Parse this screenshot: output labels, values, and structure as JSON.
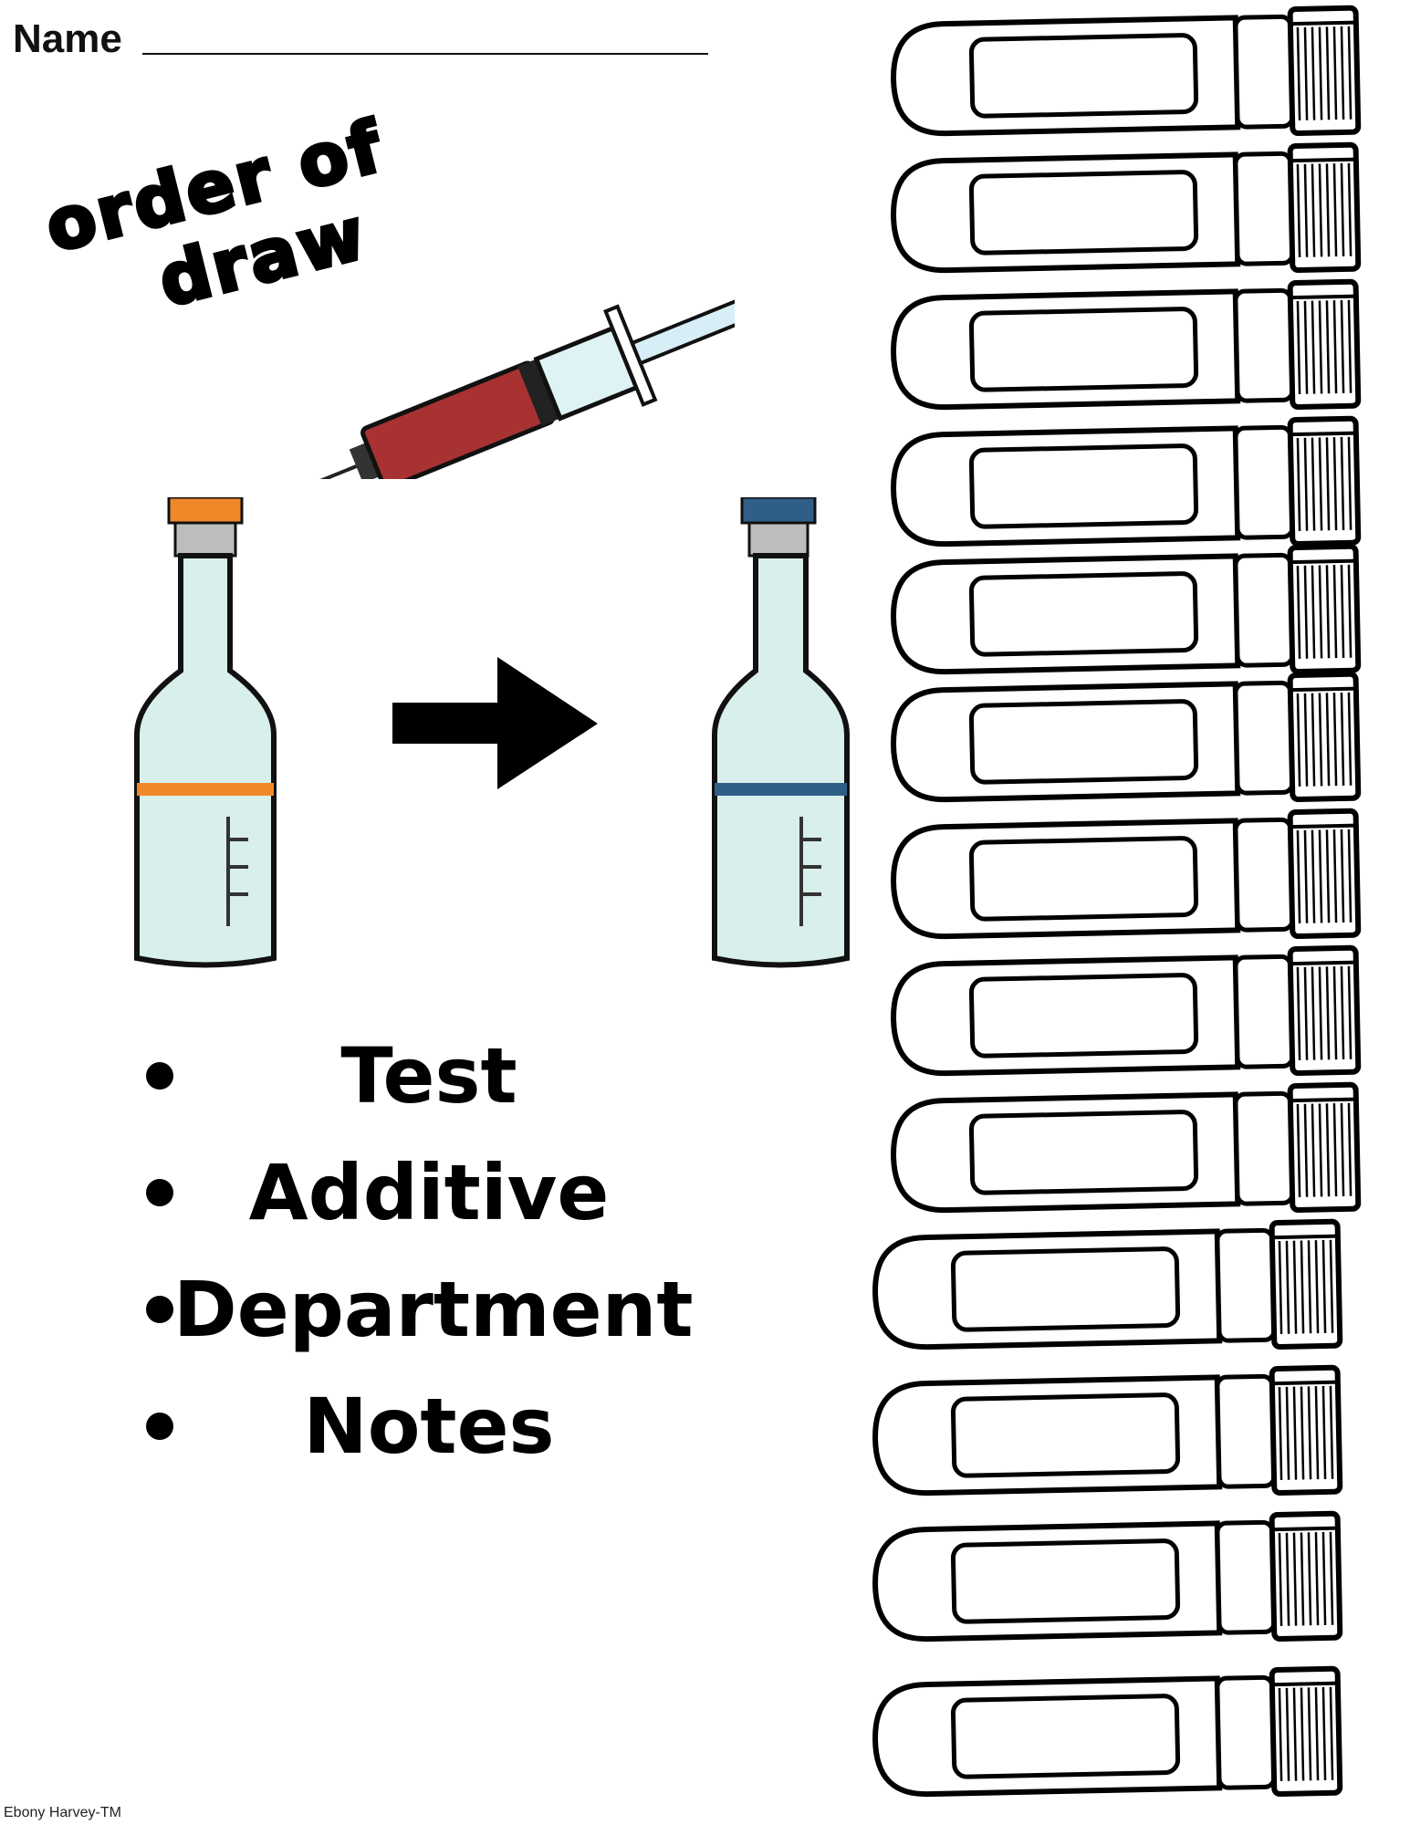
{
  "header": {
    "name_label": "Name"
  },
  "title": {
    "line1": "order of",
    "line2": "draw"
  },
  "bullets": [
    "Test",
    "Additive",
    "Department",
    "Notes"
  ],
  "footer": {
    "credit": "Ebony Harvey-TM"
  },
  "colors": {
    "syringe_blood": "#a83232",
    "vial_liquid": "#d8efec",
    "vial_left_cap": "#f0882a",
    "vial_right_cap": "#2f5f86",
    "ink": "#000000"
  },
  "tube_count": 13
}
